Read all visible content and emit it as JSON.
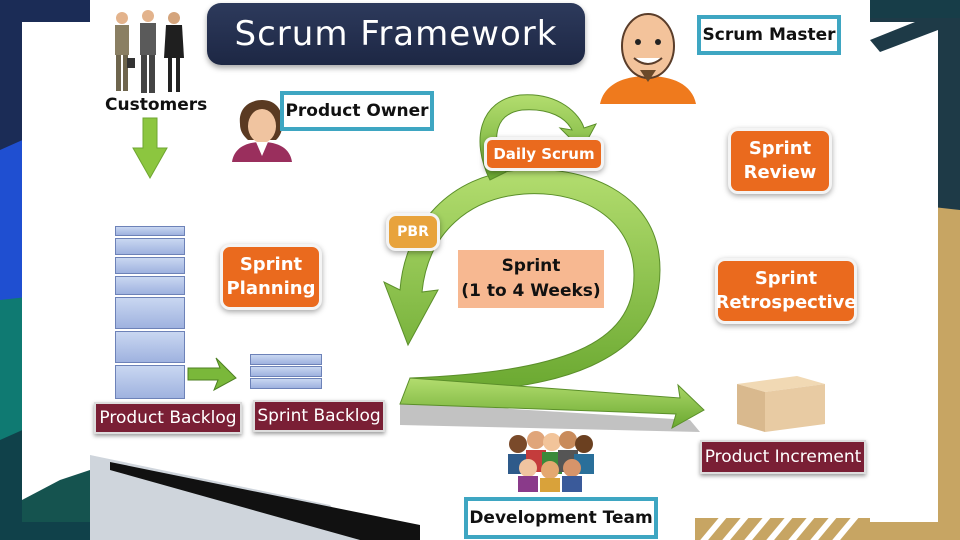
{
  "title": "Scrum Framework",
  "roles": {
    "customers": "Customers",
    "product_owner": "Product Owner",
    "scrum_master": "Scrum Master",
    "development_team": "Development Team"
  },
  "events": {
    "daily_scrum": "Daily Scrum",
    "pbr": "PBR",
    "sprint_line1": "Sprint",
    "sprint_line2": "(1 to 4 Weeks)",
    "sprint_planning_line1": "Sprint",
    "sprint_planning_line2": "Planning",
    "sprint_review_line1": "Sprint",
    "sprint_review_line2": "Review",
    "sprint_retro_line1": "Sprint",
    "sprint_retro_line2": "Retrospective"
  },
  "artifacts": {
    "product_backlog": "Product Backlog",
    "sprint_backlog": "Sprint Backlog",
    "product_increment": "Product Increment"
  },
  "colors": {
    "title_bg": "#1d2744",
    "teal_border": "#3ea6c2",
    "orange": "#ea6a1e",
    "maroon": "#7a1f35",
    "sprint_box": "#f7b891",
    "arrow_green": "#8cc63f",
    "pbr_badge": "#e8a33c"
  }
}
